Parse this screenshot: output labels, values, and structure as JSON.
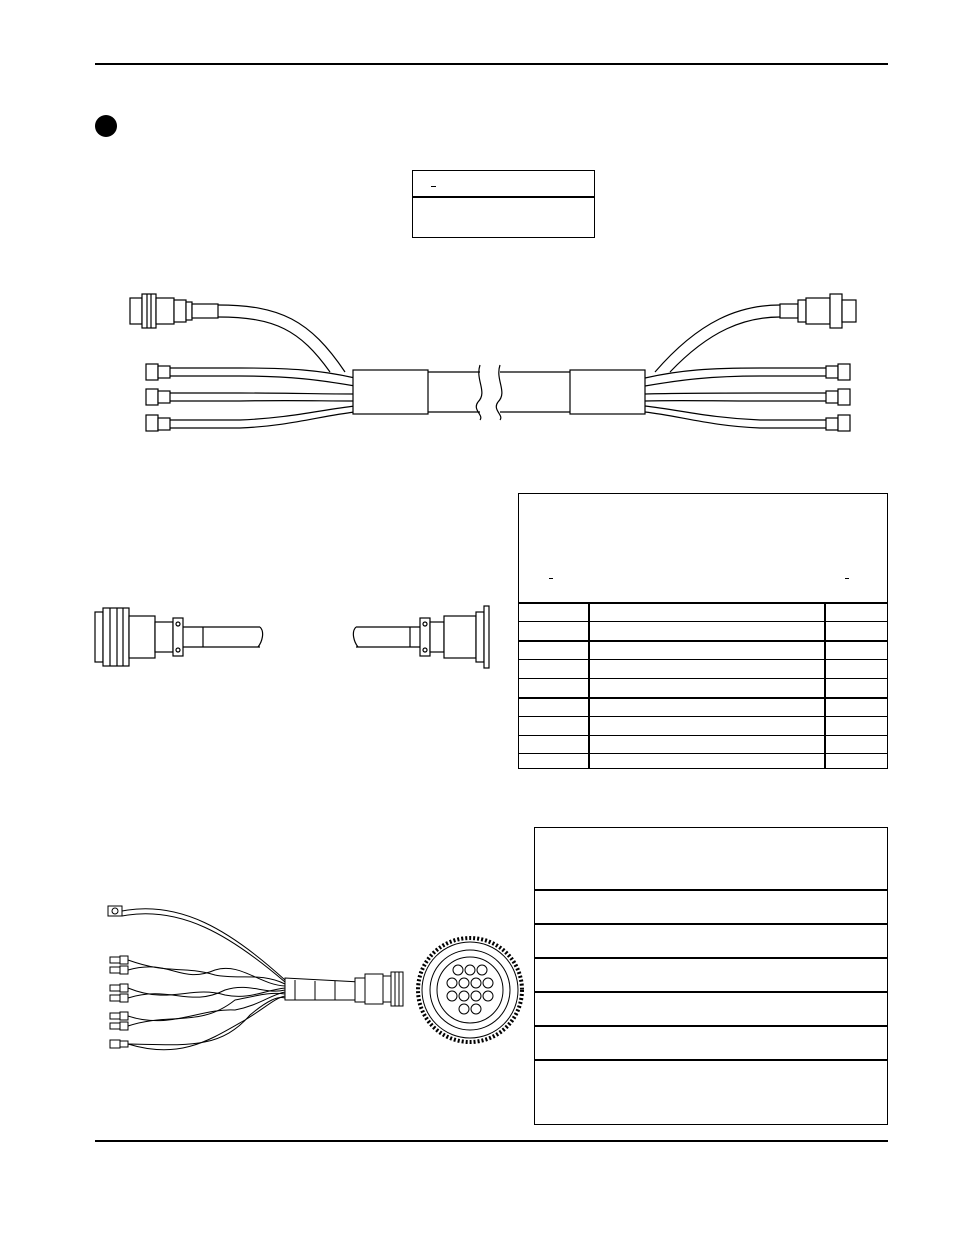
{
  "page": {
    "header_rule": "",
    "footer_rule": "",
    "section_bullet": "bullet"
  },
  "part_box": {
    "line1": "",
    "line2": ""
  },
  "cable_table": {
    "title": "",
    "rows": 8
  },
  "connector_table": {
    "rows": 6
  },
  "icons": [
    "section-bullet-icon",
    "hose-assembly-diagram",
    "cable-assembly-diagram",
    "wire-harness-diagram",
    "connector-face-diagram"
  ]
}
